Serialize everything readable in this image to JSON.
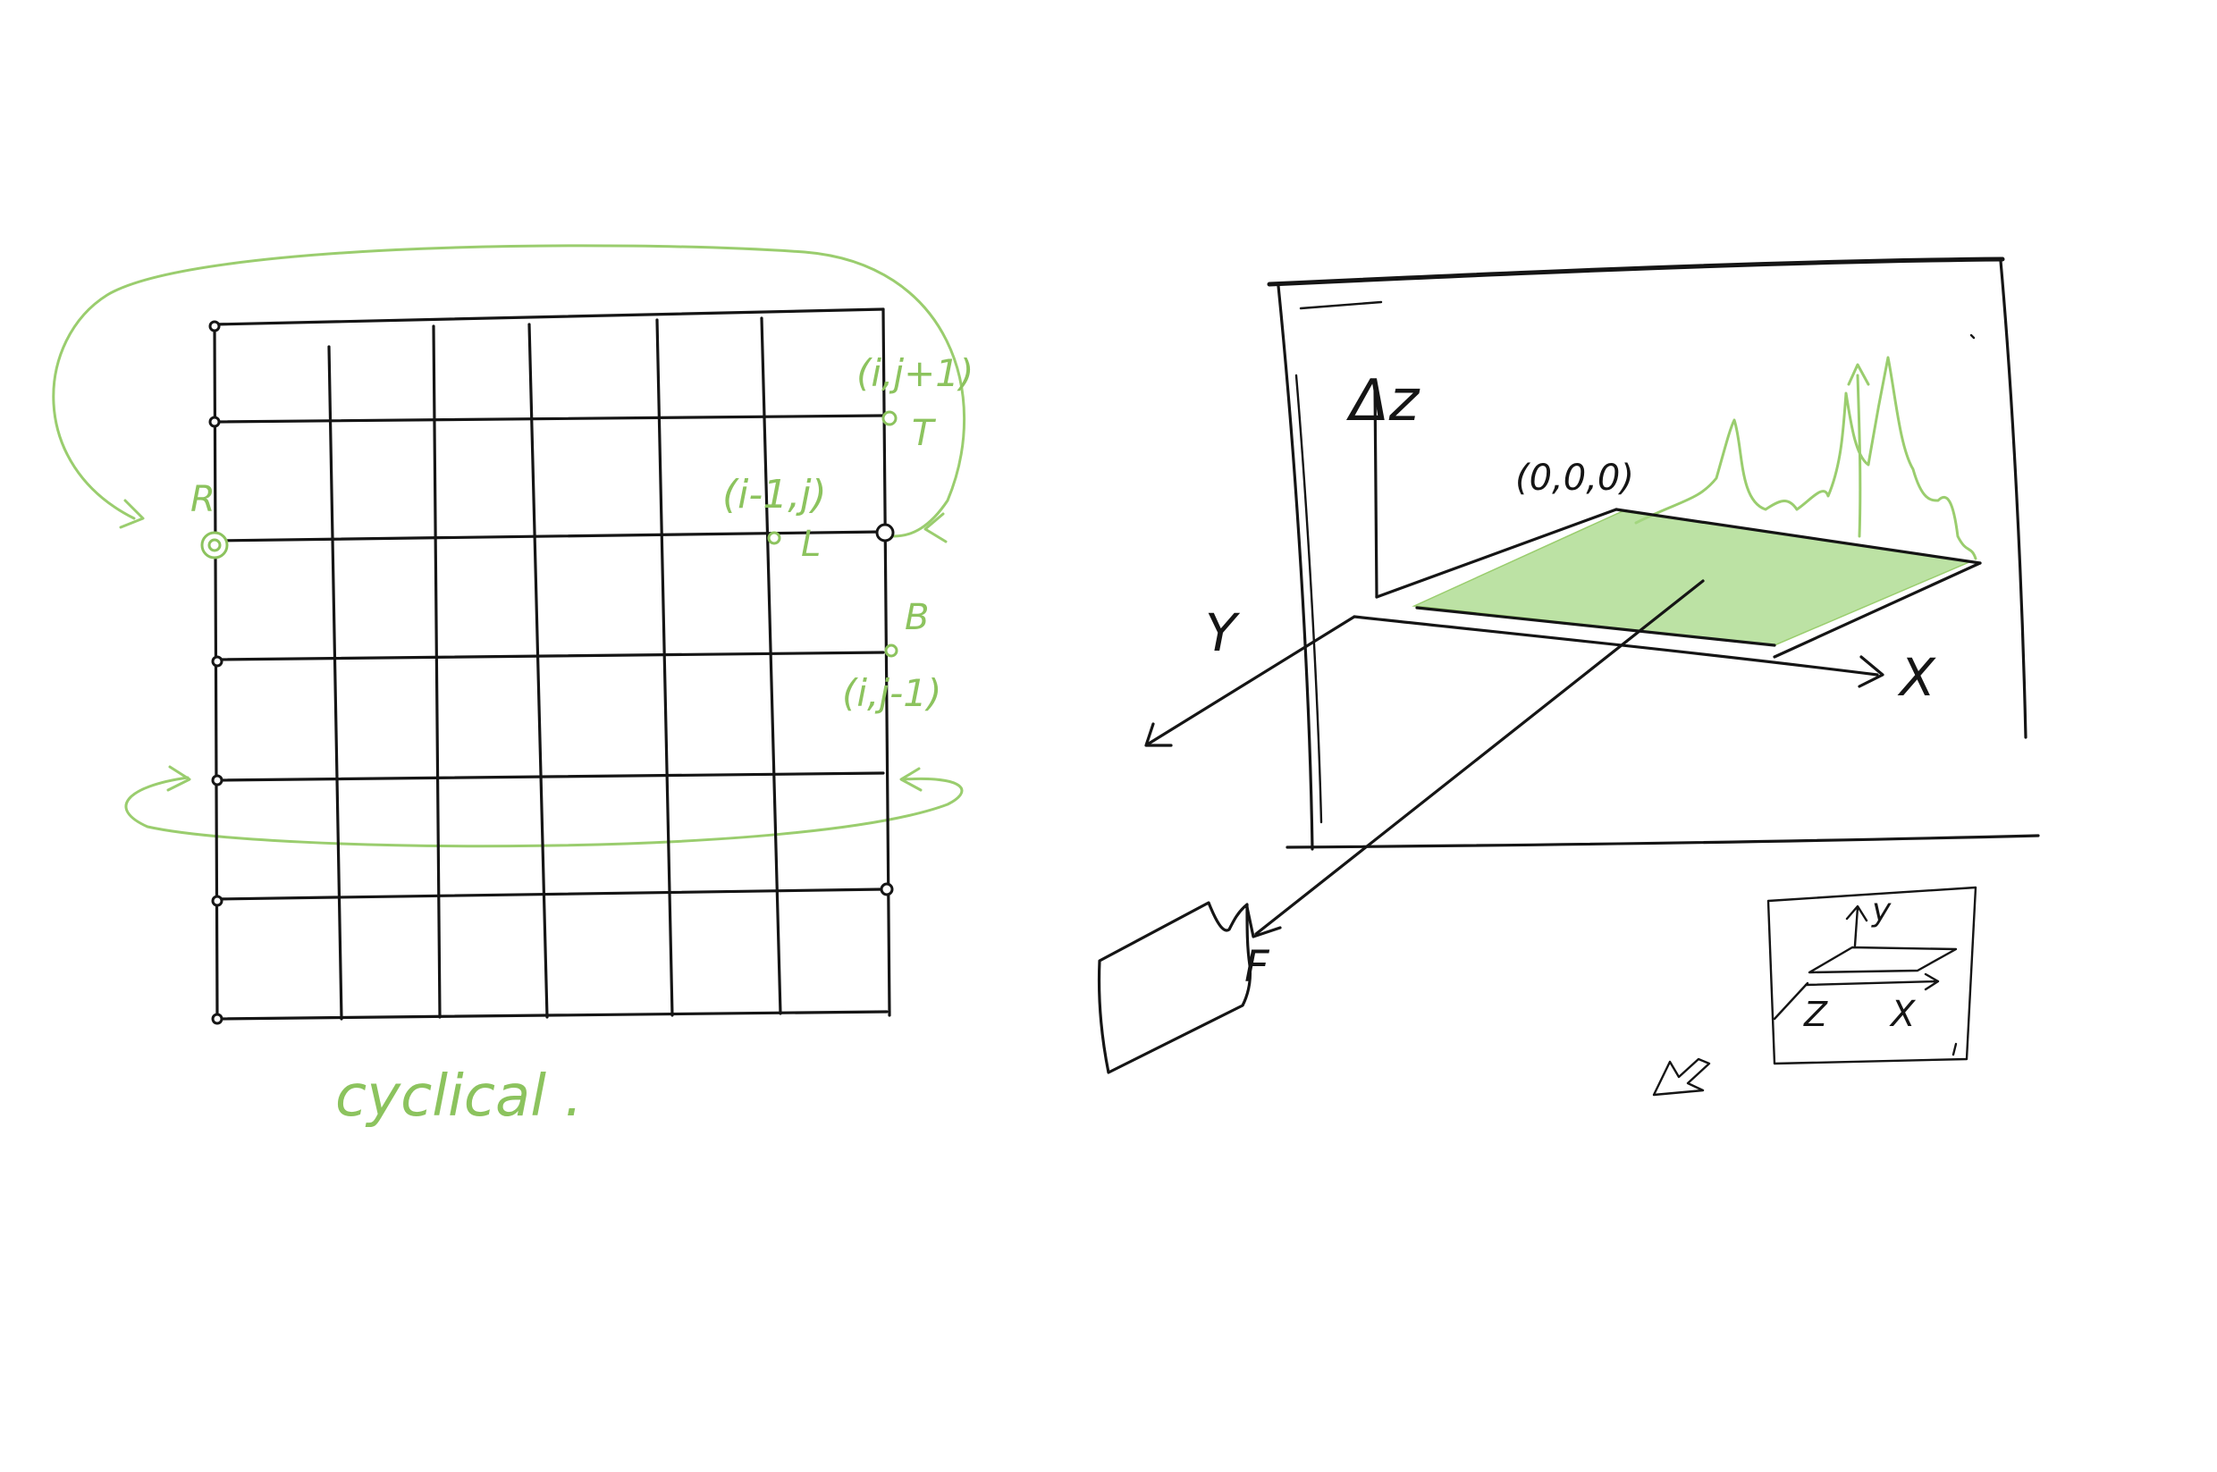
{
  "grid": {
    "top_label": "(i,j+1)",
    "top_marker": "T",
    "left_label": "(i-1,j)",
    "left_marker": "L",
    "right_marker": "R",
    "bottom_marker": "B",
    "bottom_label": "(i,j-1)",
    "caption": "cyclical ."
  },
  "scene": {
    "axis_z_label": "Δz",
    "origin_label": "(0,0,0)",
    "axis_y_label": "Y",
    "axis_x_label": "X",
    "camera_label": "F"
  },
  "inset": {
    "y_label": "y",
    "z_label": "Z",
    "x_label": "X"
  },
  "colors": {
    "ink": "#151515",
    "accent_green": "#9acd6e"
  }
}
